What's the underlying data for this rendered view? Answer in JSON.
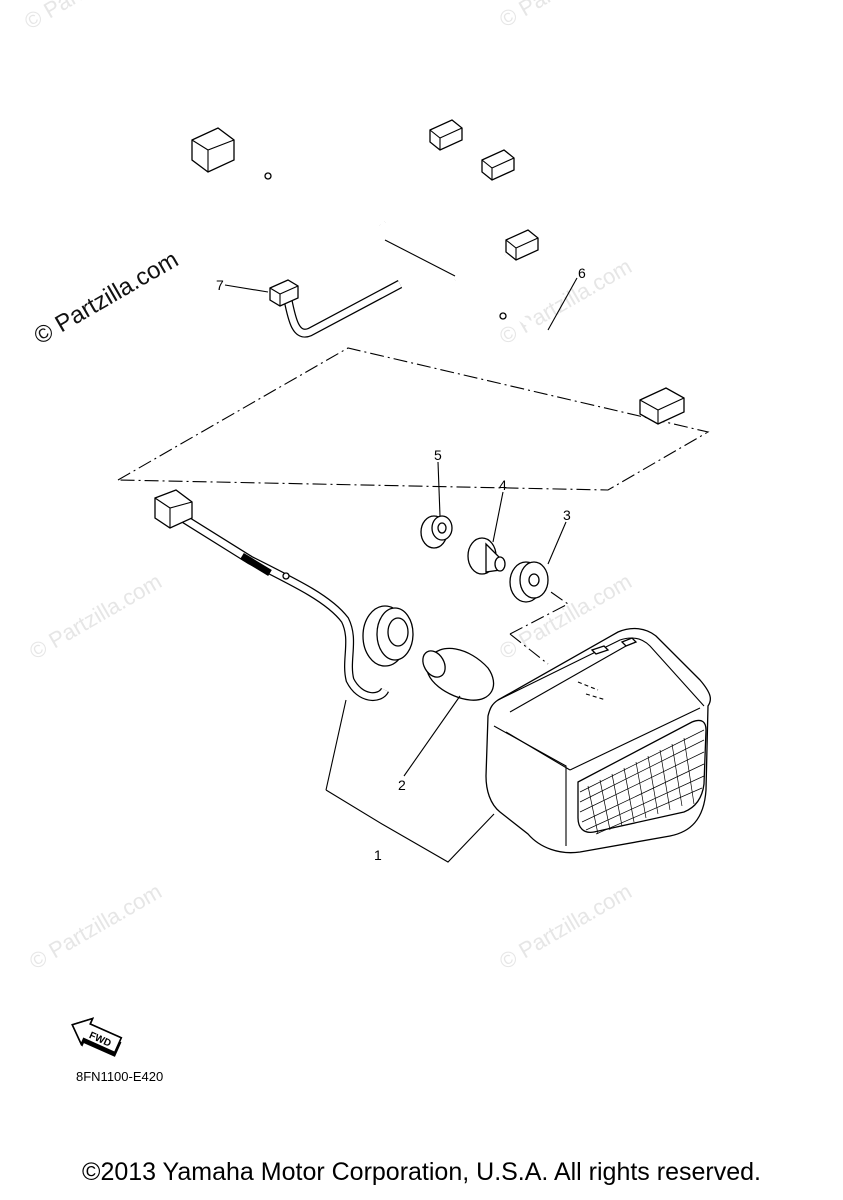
{
  "watermark": {
    "main": "© Partzilla.com",
    "faint": "© Partzilla.com"
  },
  "callouts": {
    "c1": "1",
    "c2": "2",
    "c3": "3",
    "c4": "4",
    "c5": "5",
    "c6": "6",
    "c7": "7"
  },
  "fwd_label": "FWD",
  "diagram_code": "8FN1100-E420",
  "copyright": "©2013 Yamaha Motor Corporation, U.S.A. All rights reserved."
}
